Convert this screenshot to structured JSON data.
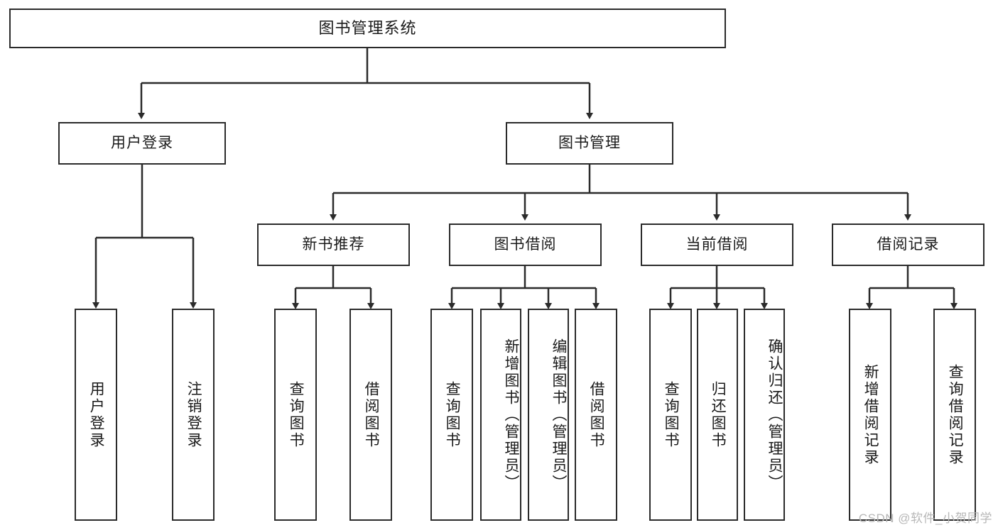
{
  "diagram": {
    "type": "tree-hierarchy",
    "title": "图书管理系统",
    "root": {
      "label": "图书管理系统"
    },
    "level1": [
      {
        "key": "user-login",
        "label": "用户登录"
      },
      {
        "key": "book-management",
        "label": "图书管理"
      }
    ],
    "level2": [
      {
        "key": "new-book-recommend",
        "label": "新书推荐",
        "parent": "book-management"
      },
      {
        "key": "book-borrow",
        "label": "图书借阅",
        "parent": "book-management"
      },
      {
        "key": "current-borrow",
        "label": "当前借阅",
        "parent": "book-management"
      },
      {
        "key": "borrow-record",
        "label": "借阅记录",
        "parent": "book-management"
      }
    ],
    "leaves": [
      {
        "key": "leaf-user-login",
        "label": "用户登录",
        "parent": "user-login"
      },
      {
        "key": "leaf-logout-login",
        "label": "注销登录",
        "parent": "user-login"
      },
      {
        "key": "leaf-query-book-1",
        "label": "查询图书",
        "parent": "new-book-recommend"
      },
      {
        "key": "leaf-borrow-book-1",
        "label": "借阅图书",
        "parent": "new-book-recommend"
      },
      {
        "key": "leaf-query-book-2",
        "label": "查询图书",
        "parent": "book-borrow"
      },
      {
        "key": "leaf-add-book",
        "label": "新增图书（管理员）",
        "parent": "book-borrow"
      },
      {
        "key": "leaf-edit-book",
        "label": "编辑图书（管理员）",
        "parent": "book-borrow"
      },
      {
        "key": "leaf-borrow-book-2",
        "label": "借阅图书",
        "parent": "book-borrow"
      },
      {
        "key": "leaf-query-book-3",
        "label": "查询图书",
        "parent": "current-borrow"
      },
      {
        "key": "leaf-return-book",
        "label": "归还图书",
        "parent": "current-borrow"
      },
      {
        "key": "leaf-confirm-return",
        "label": "确认归还（管理员）",
        "parent": "current-borrow"
      },
      {
        "key": "leaf-add-record",
        "label": "新增借阅记录",
        "parent": "borrow-record"
      },
      {
        "key": "leaf-query-record",
        "label": "查询借阅记录",
        "parent": "borrow-record"
      }
    ],
    "colors": {
      "stroke": "#2b2b2b",
      "fill": "#ffffff",
      "text": "#1a1a1a",
      "watermark": "#b7b7b7"
    }
  },
  "watermark": {
    "text": "CSDN @软件_小贺同学"
  }
}
